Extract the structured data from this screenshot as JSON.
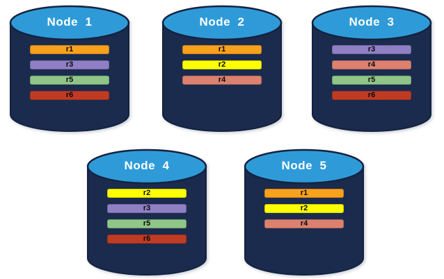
{
  "diagram": {
    "description": "Five database node cylinders showing replica placement",
    "colors": {
      "background": "#ffffff",
      "cylinder_body": "#1B2B4E",
      "cylinder_outline": "#14223F",
      "cylinder_top": "#2E9BD8",
      "node_title_text": "#ffffff",
      "replica_label_text": "#0a0a0a"
    },
    "replica_colors": {
      "r1": "#F9A01C",
      "r2": "#FDFF00",
      "r3": "#8F7FC4",
      "r4": "#DC8070",
      "r5": "#8FC687",
      "r6": "#C13B22"
    }
  },
  "nodes": [
    {
      "title": "Node  1",
      "replicas": [
        {
          "label": "r1",
          "color": "#F9A01C"
        },
        {
          "label": "r3",
          "color": "#8F7FC4"
        },
        {
          "label": "r5",
          "color": "#8FC687"
        },
        {
          "label": "r6",
          "color": "#C13B22"
        }
      ]
    },
    {
      "title": "Node  2",
      "replicas": [
        {
          "label": "r1",
          "color": "#F9A01C"
        },
        {
          "label": "r2",
          "color": "#FDFF00"
        },
        {
          "label": "r4",
          "color": "#DC8070"
        }
      ]
    },
    {
      "title": "Node  3",
      "replicas": [
        {
          "label": "r3",
          "color": "#8F7FC4"
        },
        {
          "label": "r4",
          "color": "#DC8070"
        },
        {
          "label": "r5",
          "color": "#8FC687"
        },
        {
          "label": "r6",
          "color": "#C13B22"
        }
      ]
    },
    {
      "title": "Node  4",
      "replicas": [
        {
          "label": "r2",
          "color": "#FDFF00"
        },
        {
          "label": "r3",
          "color": "#8F7FC4"
        },
        {
          "label": "r5",
          "color": "#8FC687"
        },
        {
          "label": "r6",
          "color": "#C13B22"
        }
      ]
    },
    {
      "title": "Node  5",
      "replicas": [
        {
          "label": "r1",
          "color": "#F9A01C"
        },
        {
          "label": "r2",
          "color": "#FDFF00"
        },
        {
          "label": "r4",
          "color": "#DC8070"
        }
      ]
    }
  ]
}
